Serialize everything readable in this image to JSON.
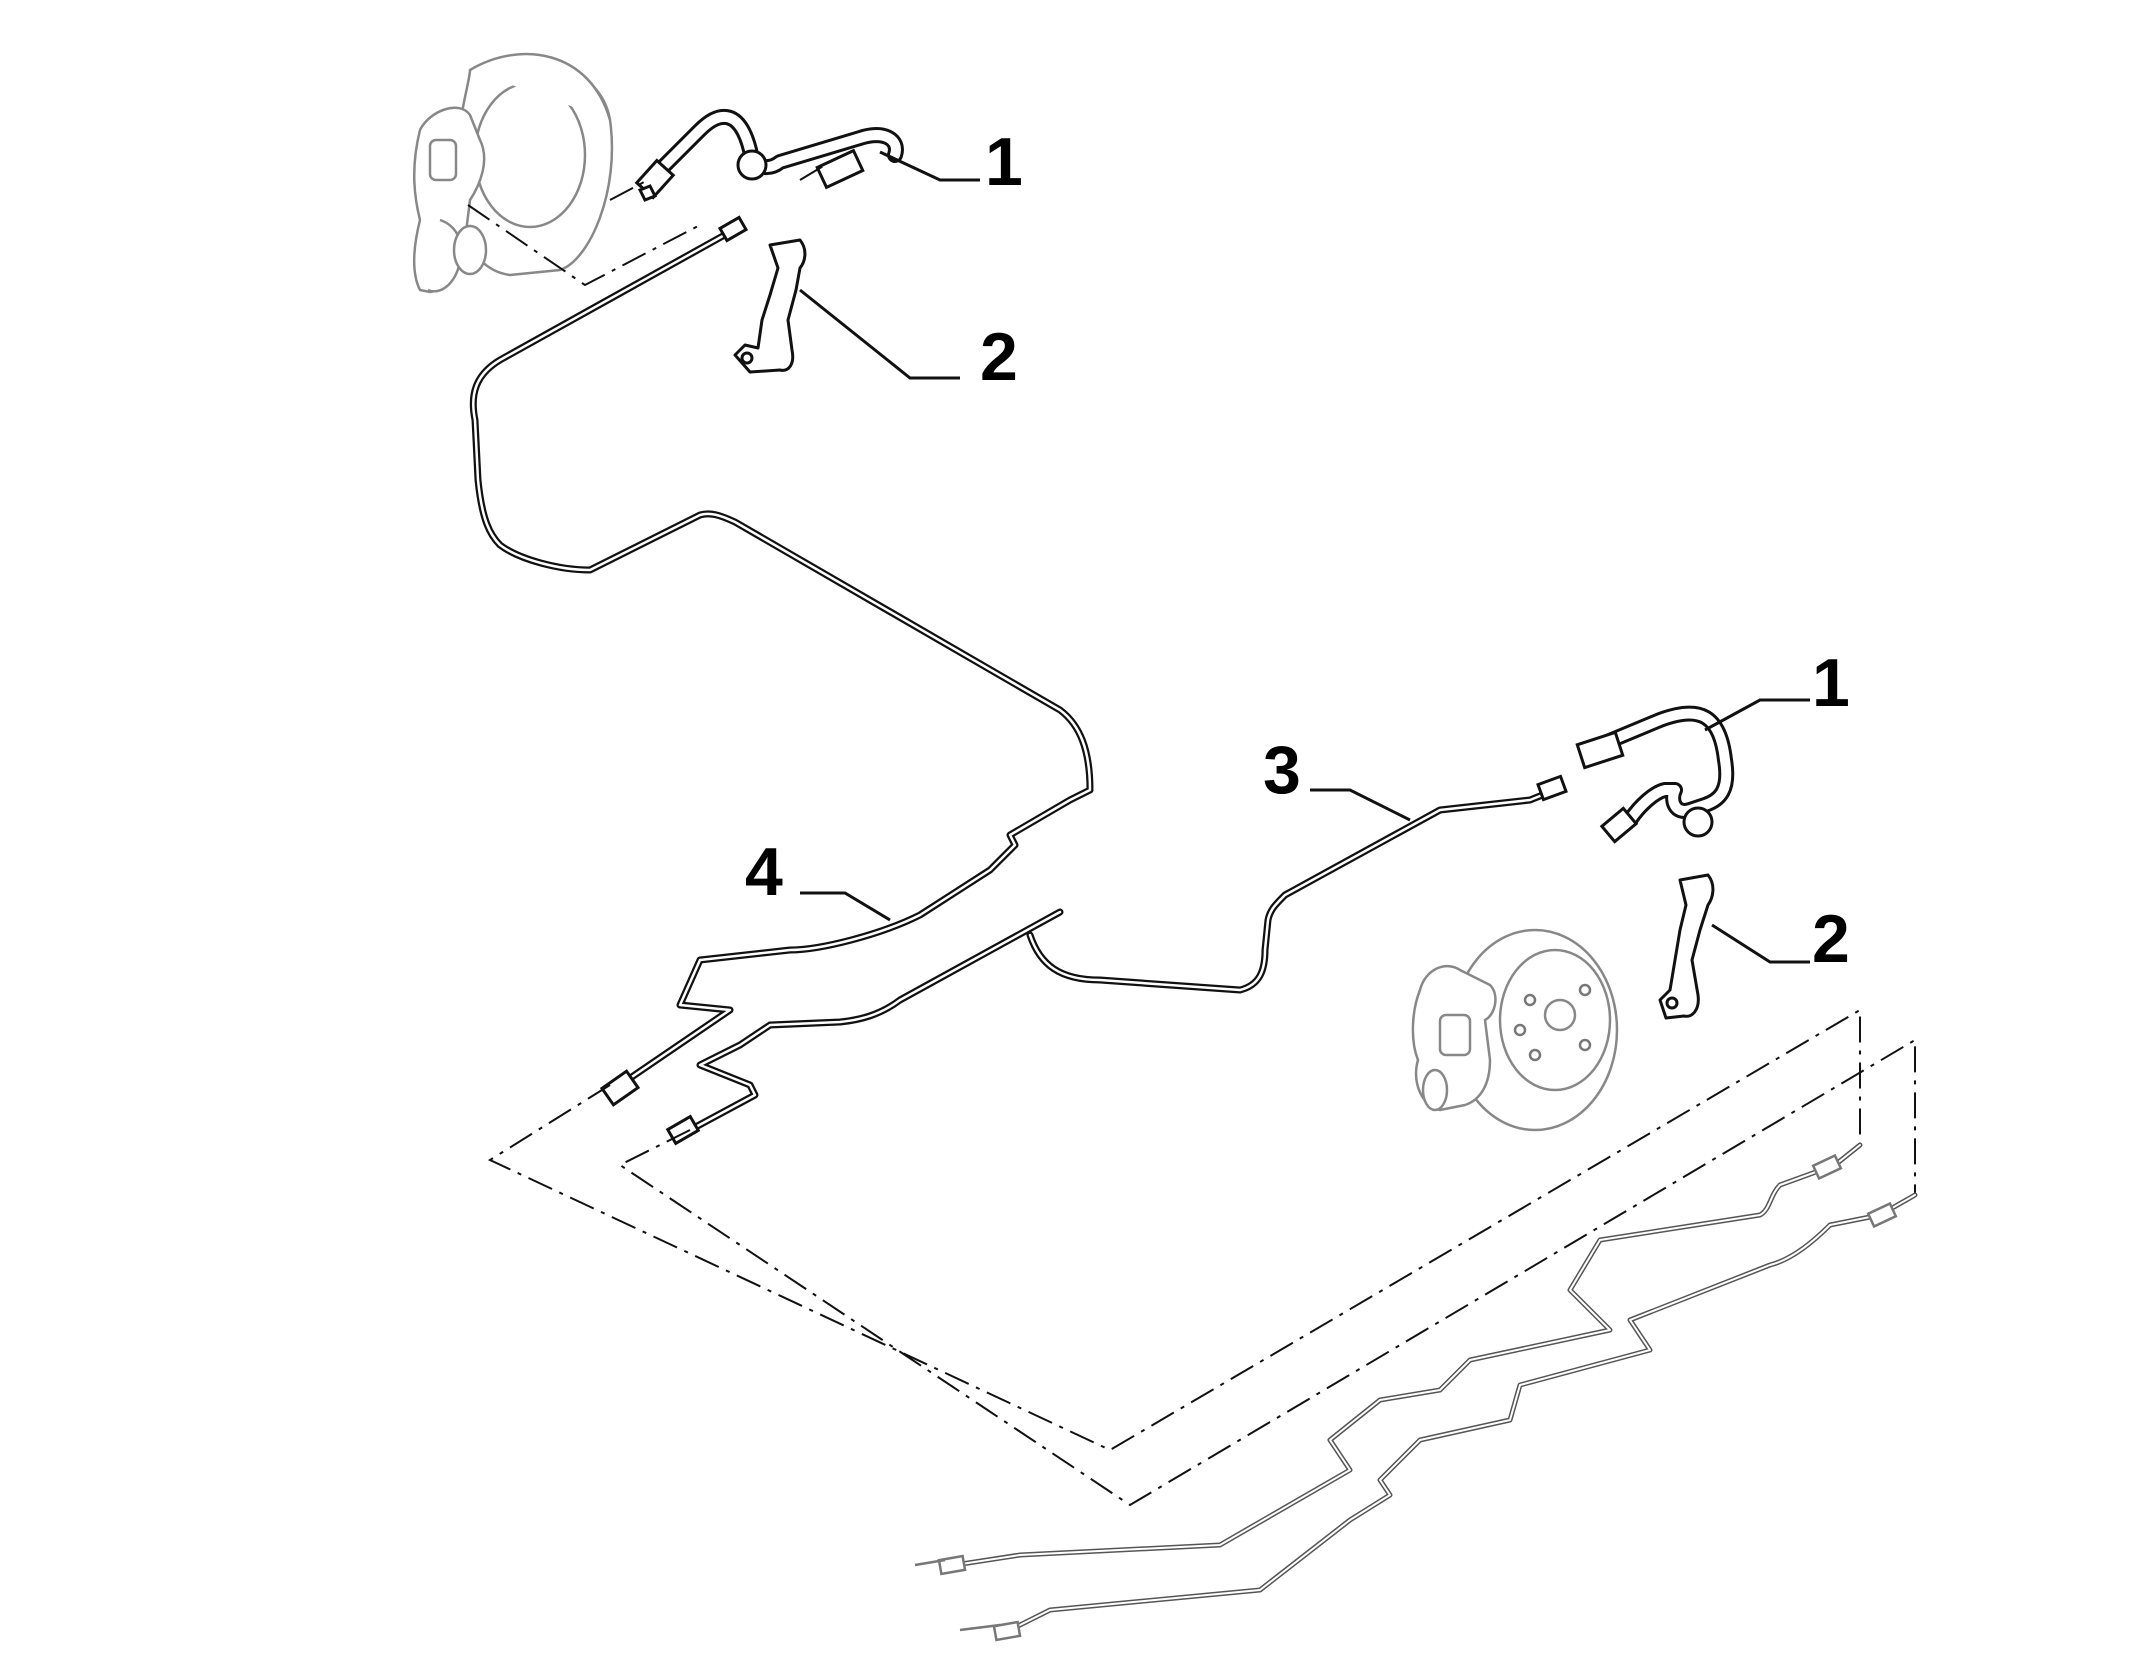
{
  "callouts": [
    {
      "id": "front-left-hose",
      "text": "1"
    },
    {
      "id": "front-left-bracket",
      "text": "2"
    },
    {
      "id": "front-right-hose",
      "text": "1"
    },
    {
      "id": "front-right-bracket",
      "text": "2"
    },
    {
      "id": "pipe-3",
      "text": "3"
    },
    {
      "id": "pipe-4",
      "text": "4"
    }
  ],
  "icons": {
    "caliper": "caliper-icon",
    "disc": "brake-disc-icon",
    "hose": "flexible-hose-icon",
    "bracket": "hose-bracket-icon",
    "pipe": "rigid-pipe-icon"
  }
}
